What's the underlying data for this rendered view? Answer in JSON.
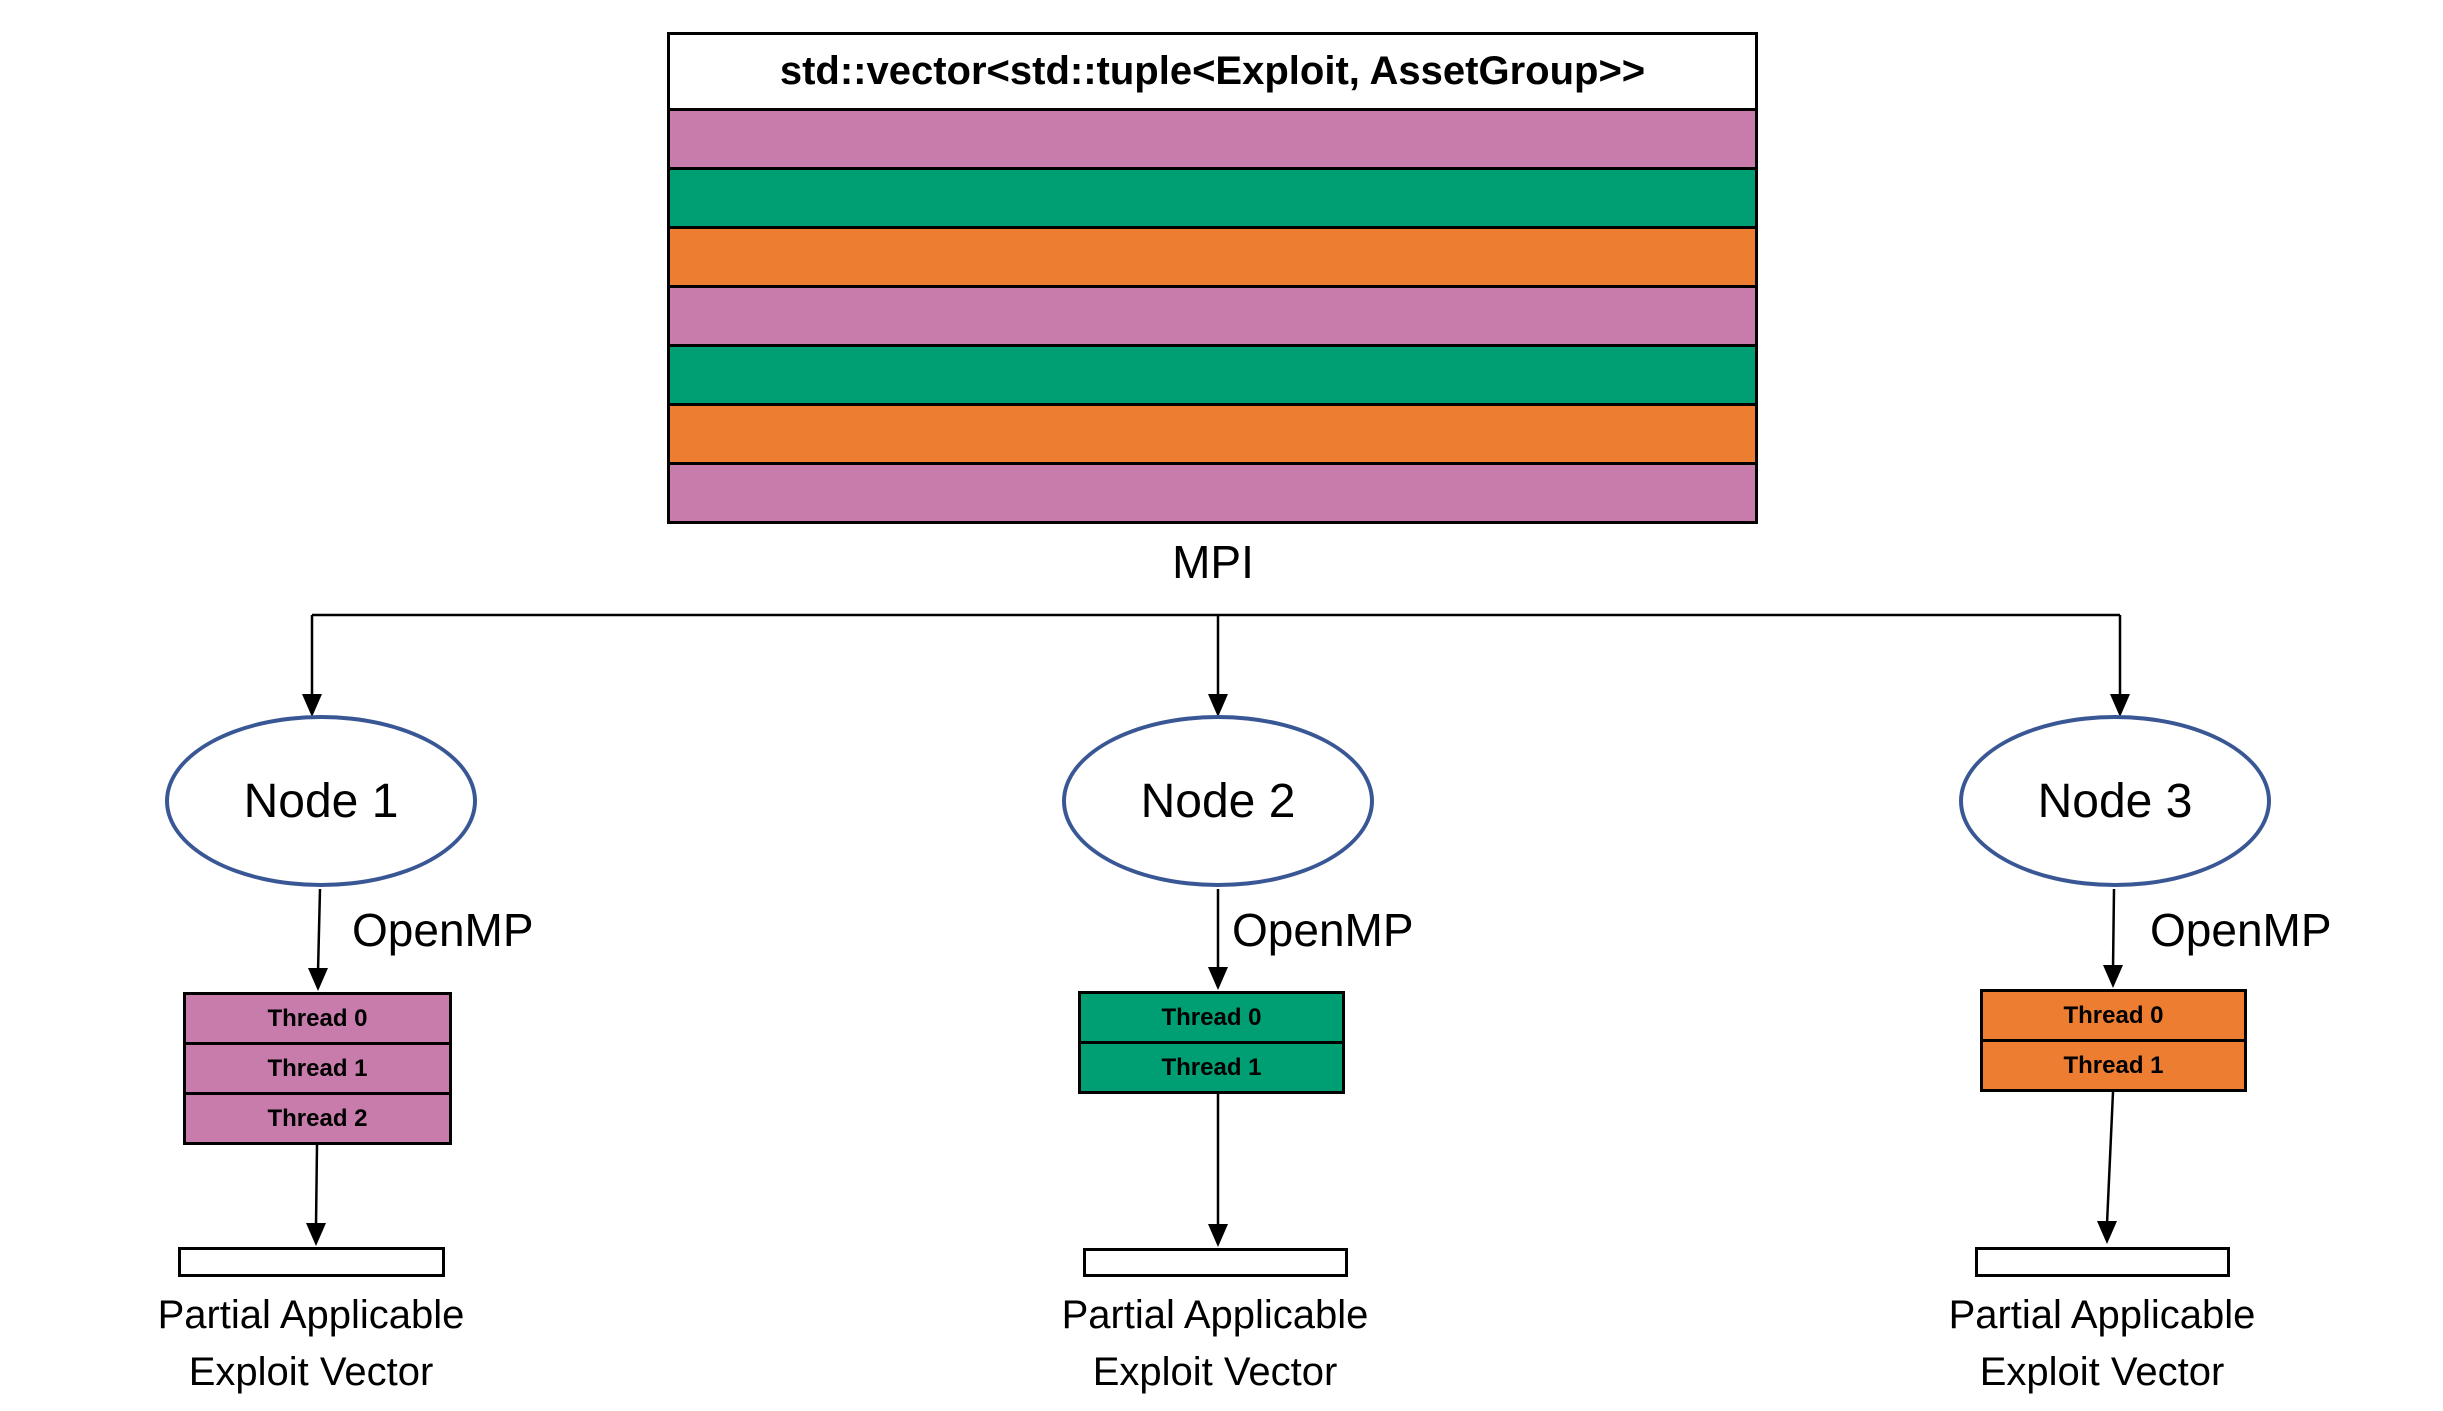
{
  "diagram": {
    "title": "std::vector<std::tuple<Exploit, AssetGroup>>",
    "mpi_label": "MPI",
    "palette": {
      "pink": "#C77CAB",
      "green": "#009E73",
      "orange": "#ED7D31",
      "node_outline_blue": "#3A5795",
      "connector_black": "#000000",
      "background_white": "#FFFFFF"
    },
    "vector_stripes": [
      "#C77CAB",
      "#009E73",
      "#ED7D31",
      "#C77CAB",
      "#009E73",
      "#ED7D31",
      "#C77CAB"
    ],
    "nodes": [
      {
        "label": "Node 1",
        "parallel_label": "OpenMP",
        "thread_fill": "#C77CAB",
        "threads": [
          "Thread 0",
          "Thread 1",
          "Thread 2"
        ],
        "caption_line1": "Partial Applicable",
        "caption_line2": "Exploit Vector"
      },
      {
        "label": "Node 2",
        "parallel_label": "OpenMP",
        "thread_fill": "#009E73",
        "threads": [
          "Thread 0",
          "Thread 1"
        ],
        "caption_line1": "Partial Applicable",
        "caption_line2": "Exploit Vector"
      },
      {
        "label": "Node 3",
        "parallel_label": "OpenMP",
        "thread_fill": "#ED7D31",
        "threads": [
          "Thread 0",
          "Thread 1"
        ],
        "caption_line1": "Partial Applicable",
        "caption_line2": "Exploit Vector"
      }
    ]
  }
}
